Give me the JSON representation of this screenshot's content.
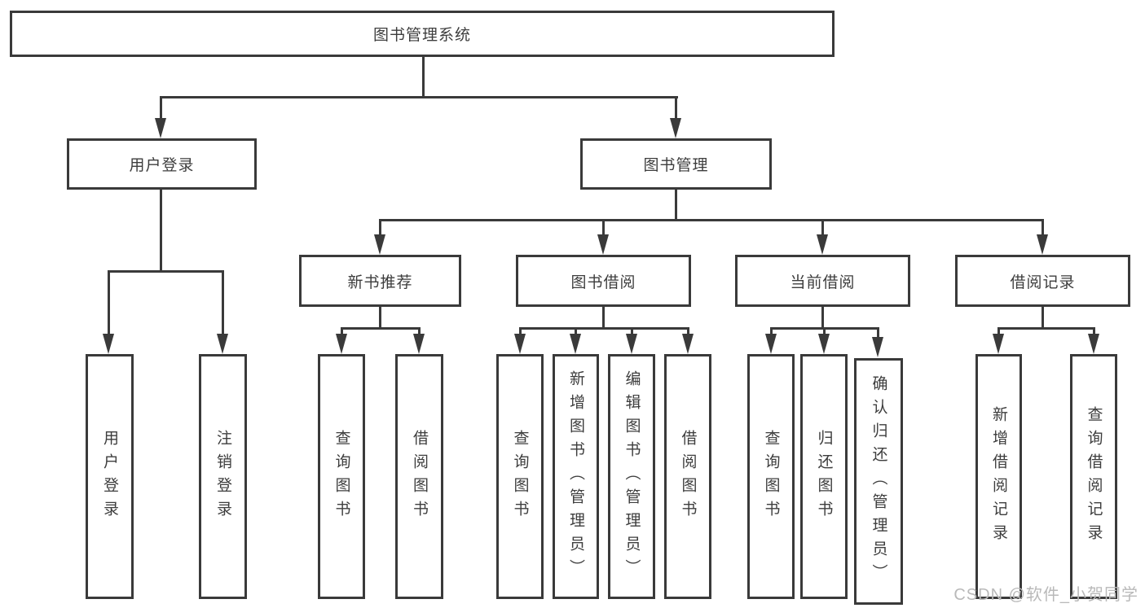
{
  "tree": {
    "root": "图书管理系统",
    "branches": [
      {
        "label": "用户登录",
        "children": [
          "用户登录",
          "注销登录"
        ]
      },
      {
        "label": "图书管理",
        "groups": [
          {
            "label": "新书推荐",
            "children": [
              "查询图书",
              "借阅图书"
            ]
          },
          {
            "label": "图书借阅",
            "children": [
              "查询图书",
              "新增图书（管理员）",
              "编辑图书（管理员）",
              "借阅图书"
            ]
          },
          {
            "label": "当前借阅",
            "children": [
              "查询图书",
              "归还图书",
              "确认归还（管理员）"
            ]
          },
          {
            "label": "借阅记录",
            "children": [
              "新增借阅记录",
              "查询借阅记录"
            ]
          }
        ]
      }
    ]
  },
  "watermark": "CSDN @软件_小贺同学",
  "colors": {
    "line": "#3a3a3a",
    "text": "#3d3d3d",
    "watermark_text": "#b9b9b9",
    "background": "#ffffff"
  }
}
